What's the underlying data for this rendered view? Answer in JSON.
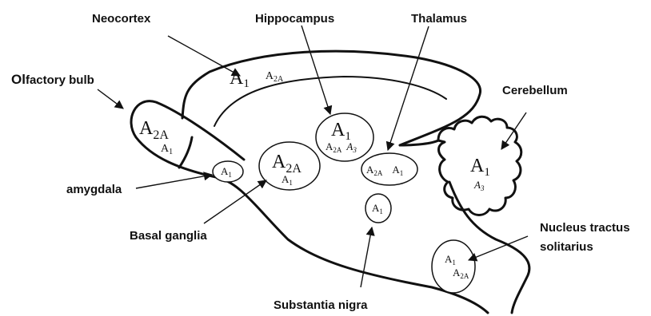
{
  "labels": {
    "neocortex": "Neocortex",
    "hippocampus": "Hippocampus",
    "thalamus": "Thalamus",
    "olfactory_bold": "Ol",
    "olfactory_rest": "factory bulb",
    "cerebellum": "Cerebellum",
    "amygdala": "amygdala",
    "basal_ganglia": "Basal ganglia",
    "nucleus_line1": "Nucleus tractus",
    "nucleus_line2": "solitarius",
    "substantia_nigra": "Substantia nigra"
  },
  "receptors": {
    "neocortex": {
      "major": "A",
      "major_sub": "1",
      "minor": "A",
      "minor_sub": "2A"
    },
    "hippocampus": {
      "major": "A",
      "major_sub": "1",
      "minor1": "A",
      "minor1_sub": "2A",
      "minor2": "A",
      "minor2_sub": "3"
    },
    "olfactory": {
      "major": "A",
      "major_sub": "2A",
      "minor": "A",
      "minor_sub": "1"
    },
    "amygdala": {
      "major": "A",
      "major_sub": "1"
    },
    "basal_ganglia": {
      "major": "A",
      "major_sub": "2A",
      "minor": "A",
      "minor_sub": "1"
    },
    "thalamus": {
      "r1": "A",
      "r1_sub": "2A",
      "r2": "A",
      "r2_sub": "1"
    },
    "substantia_nigra": {
      "major": "A",
      "major_sub": "1"
    },
    "cerebellum": {
      "major": "A",
      "major_sub": "1",
      "minor": "A",
      "minor_sub": "3"
    },
    "nucleus": {
      "r1": "A",
      "r1_sub": "1",
      "r2": "A",
      "r2_sub": "2A"
    }
  }
}
